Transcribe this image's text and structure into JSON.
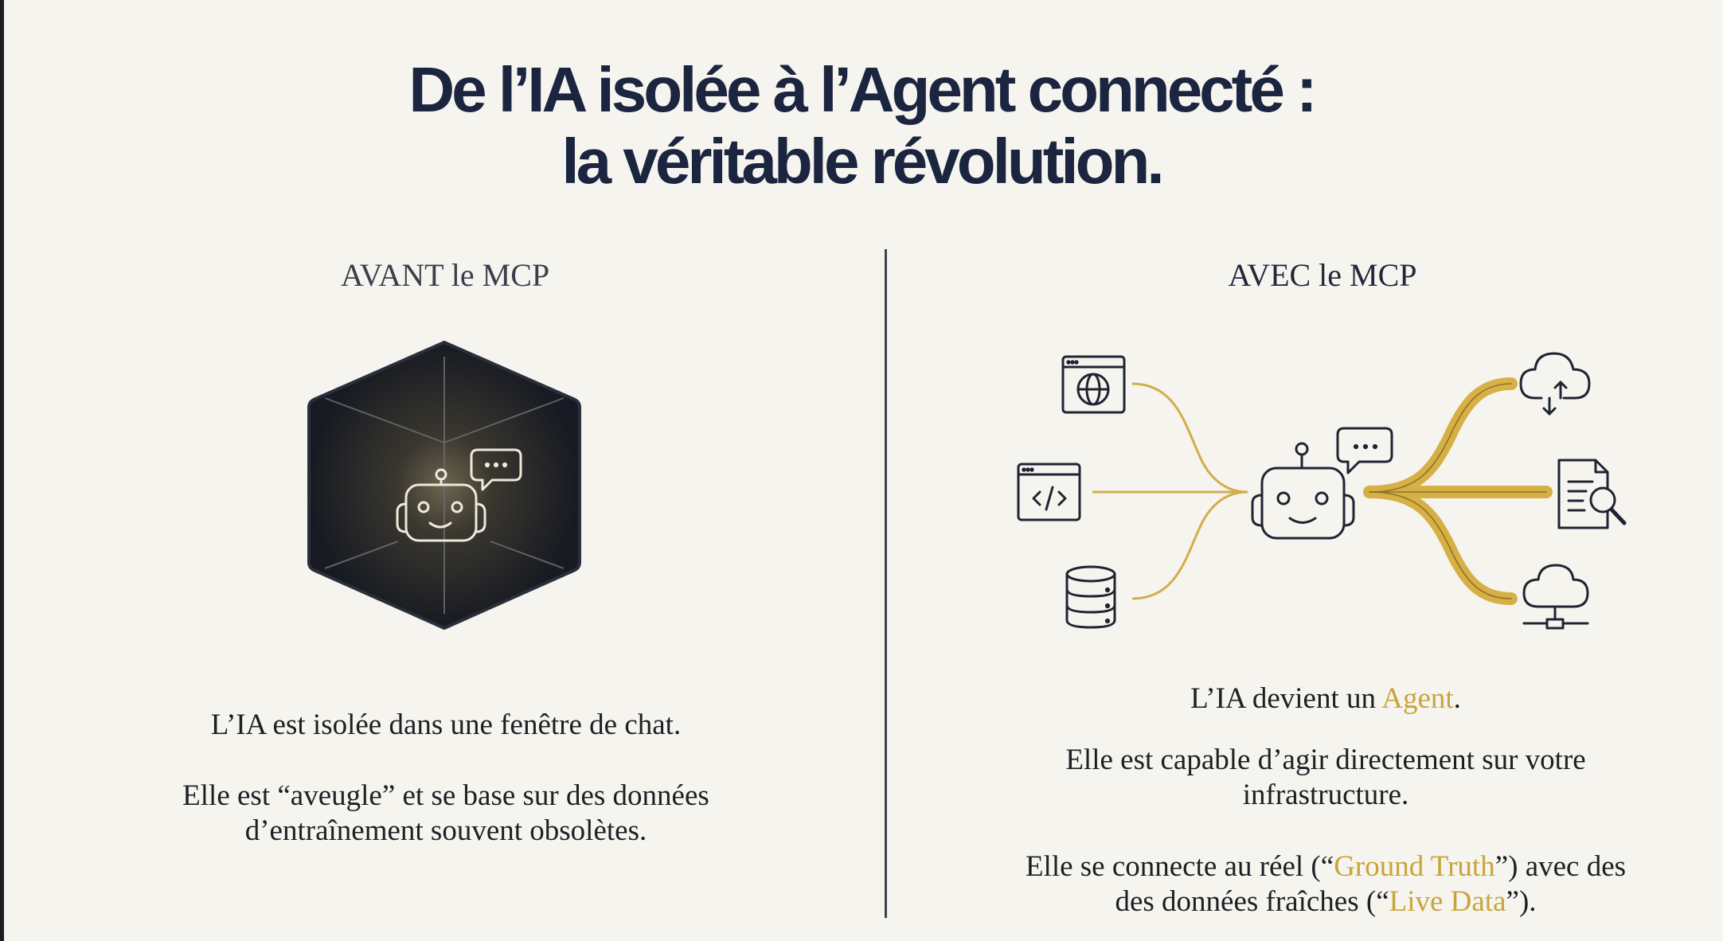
{
  "title": {
    "line1": "De l’IA isolée à l’Agent connecté :",
    "line2": "la véritable révolution."
  },
  "colors": {
    "background": "#f6f4ef",
    "title": "#1b2540",
    "accent_gold": "#c9a43c",
    "cube": "#1a1d26",
    "icon_stroke": "#1f2433"
  },
  "left": {
    "heading": "AVANT le MCP",
    "illustration": {
      "container": "dark-hexagon-cube",
      "icons": [
        "robot-icon",
        "chat-bubble-icon"
      ]
    },
    "paragraphs": [
      "L’IA est isolée dans une fenêtre de chat.",
      "Elle est “aveugle” et se base sur des données",
      "d’entraînement souvent obsolètes."
    ]
  },
  "right": {
    "heading": "AVEC le MCP",
    "illustration": {
      "inputs": [
        "browser-globe-icon",
        "browser-code-icon",
        "database-icon"
      ],
      "center": [
        "robot-icon",
        "chat-bubble-icon"
      ],
      "outputs": [
        "cloud-sync-icon",
        "document-search-icon",
        "cloud-network-icon"
      ]
    },
    "p1": {
      "before": "L’IA devient un ",
      "highlight": "Agent",
      "after": "."
    },
    "p2": {
      "line1": "Elle est capable d’agir directement sur votre",
      "line2": "infrastructure."
    },
    "p3": {
      "before": "Elle se connecte au réel (“",
      "highlight1": "Ground Truth",
      "middle": "”) avec des",
      "line2_before": "des données fraîches (“",
      "highlight2": "Live Data",
      "after": "”)."
    }
  }
}
